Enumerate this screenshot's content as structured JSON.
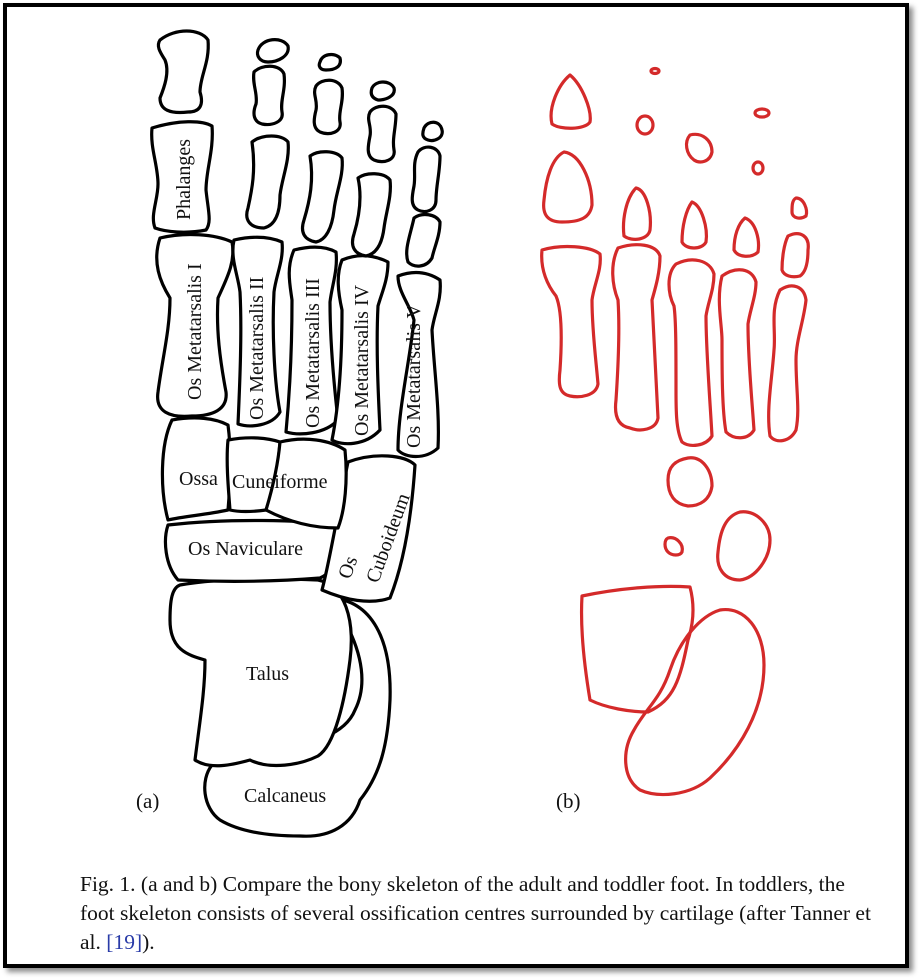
{
  "labels": {
    "phalanges": "Phalanges",
    "mt1": "Os Metatarsalis I",
    "mt2": "Os Metatarsalis II",
    "mt3": "Os Metatarsalis III",
    "mt4": "Os Metatarsalis IV",
    "mt5": "Os Metatarsalis V",
    "ossa": "Ossa",
    "cuneiforme": "Cuneiforme",
    "navicular": "Os Naviculare",
    "os": "Os",
    "cuboideum": "Cuboideum",
    "talus": "Talus",
    "calcaneus": "Calcaneus"
  },
  "panels": {
    "a": "(a)",
    "b": "(b)"
  },
  "caption": {
    "text": "Fig. 1.  (a and b) Compare the bony skeleton of the adult and toddler foot. In toddlers, the foot skeleton consists of several ossification centres surrounded by cartilage (after Tanner et al. ",
    "ref": "[19]",
    "end": ")."
  },
  "colors": {
    "adult_outline": "#000000",
    "toddler_outline": "#d42a2a"
  }
}
